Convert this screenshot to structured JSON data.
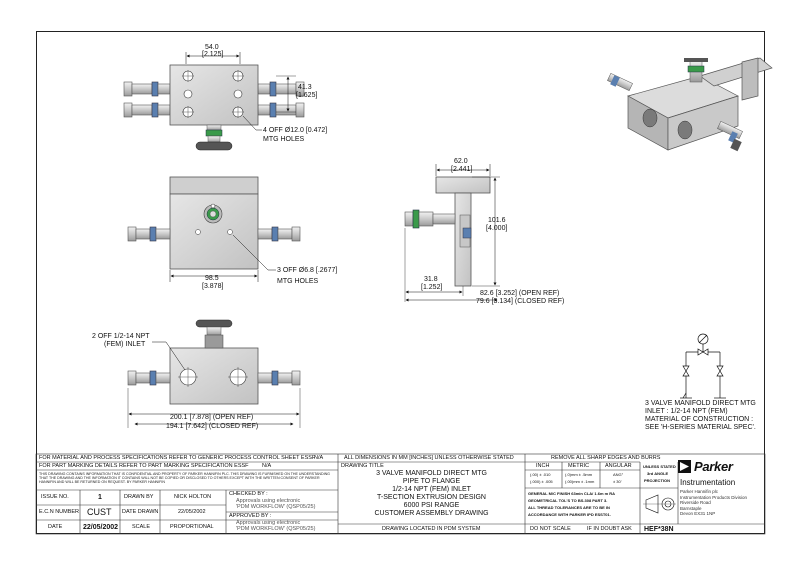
{
  "views": {
    "top": {
      "dim_width": "54.0",
      "dim_width_in": "[2.125]",
      "dim_height": "41.3",
      "dim_height_in": "[1.625]",
      "holes_note_1": "4 OFF Ø12.0 [0.472]",
      "holes_note_2": "MTG HOLES"
    },
    "front": {
      "dim_width": "98.5",
      "dim_width_in": "[3.878]",
      "holes_note_1": "3 OFF Ø6.8 [.2677]",
      "holes_note_2": "MTG HOLES"
    },
    "side": {
      "dim_top": "62.0",
      "dim_top_in": "[2.441]",
      "dim_height": "101.6",
      "dim_height_in": "[4.000]",
      "dim_left": "31.8",
      "dim_left_in": "[1.252]",
      "dim_open": "82.6 [3.252] (OPEN REF)",
      "dim_closed": "79.6 [3.134] (CLOSED REF)"
    },
    "bottom": {
      "inlet_note_1": "2 OFF 1/2-14 NPT",
      "inlet_note_2": "(FEM) INLET",
      "dim_open": "200.1 [7.878] (OPEN REF)",
      "dim_closed": "194.1 [7.642] (CLOSED REF)"
    }
  },
  "notes": {
    "line1": "3 VALVE MANIFOLD DIRECT MTG",
    "line2": "INLET : 1/2-14 NPT (FEM)",
    "line3": "MATERIAL OF CONSTRUCTION :",
    "line4": "SEE 'H-SERIES MATERIAL SPEC'."
  },
  "title_block": {
    "spec_line": "FOR MATERIAL AND PROCESS SPECIFICATIONS REFER TO GENERIC PROCESS CONTROL SHEET ESSF",
    "spec_value": "N/A",
    "marking_line": "FOR PART MARKING DETAILS REFER TO PART MARKING SPECIFICATION ESSF",
    "marking_value": "N/A",
    "confidential": "THIS DRAWING CONTAINS INFORMATION THAT IS CONFIDENTIAL AND PROPERTY OF PARKER HANNIFIN PLC. THIS DRAWING IS FURNISHED ON THE UNDERSTANDING THAT THE DRAWING AND THE INFORMATION IT CONTAINS WILL NOT BE COPIED OR DISCLOSED TO OTHERS EXCEPT WITH THE WRITTEN CONSENT OF PARKER HANNIFIN AND WILL BE RETURNED ON REQUEST. BY PARKER HANNIFIN",
    "issue_no_label": "ISSUE NO.",
    "issue_no": "1",
    "ecn_label": "E.C.N NUMBER",
    "ecn": "CUST",
    "date_label": "DATE",
    "date": "22/05/2002",
    "drawn_by_label": "DRAWN BY",
    "drawn_by": "NICK HOLTON",
    "date_drawn_label": "DATE DRAWN",
    "date_drawn": "22/05/2002",
    "scale_label": "SCALE",
    "scale": "PROPORTIONAL",
    "checked_by_label": "CHECKED BY :",
    "checked_1": "Approvals using electronic",
    "checked_2": "'PDM WORKFLOW' (QSP05/25)",
    "approved_by_label": "APPROVED BY :",
    "approved_1": "Approvals using electronic",
    "approved_2": "'PDM WORKFLOW' (QSP05/25)",
    "units_line": "ALL DIMENSIONS IN MM [INCHES] UNLESS OTHERWISE STATED",
    "drawing_title_label": "DRAWING TITLE",
    "title_lines": [
      "3 VALVE MANIFOLD DIRECT MTG",
      "PIPE TO FLANGE",
      "1/2-14 NPT (FEM) INLET",
      "T-SECTION EXTRUSION DESIGN",
      "6000 PSI RANGE",
      "CUSTOMER ASSEMBLY DRAWING"
    ],
    "pdm_line": "DRAWING LOCATED IN PDM SYSTEM",
    "burrs": "REMOVE ALL SHARP EDGES AND BURRS",
    "tol_inch": "INCH",
    "tol_metric": "METRIC",
    "tol_angular": "ANGULAR",
    "tol_inch_1": "(.00) ± .010",
    "tol_inch_2": "(.000) ± .005",
    "tol_metric_1": "(.0)mm ± .5mm",
    "tol_metric_2": "(.00)mm ± .1mm",
    "tol_angular_1": "ANG°",
    "tol_angular_2": "± 30'",
    "unless_1": "UNLESS STATED",
    "unless_2": "3rd ANGLE",
    "unless_3": "PROJECTION",
    "general_1": "GENERAL M/C FINISH 63min CLA/ 1.6m m RA",
    "general_2": "GEOMETRICAL TOL'S TO BS.308 PART 3.",
    "general_3": "ALL THREAD TOLERANCES ARE TO BE IN",
    "general_4": "ACCORDANCE WITH PARKER IPD ESST01.",
    "do_not_scale": "DO NOT SCALE",
    "if_in_doubt": "IF IN DOUBT ASK",
    "brand": "Parker",
    "division": "Instrumentation",
    "address": [
      "Parker Hannifin plc",
      "Instrumentation Products Division",
      "Riverside Road",
      "Barnstaple",
      "Devon EX31 1NP"
    ],
    "drawing_number": "HEF*38N"
  }
}
